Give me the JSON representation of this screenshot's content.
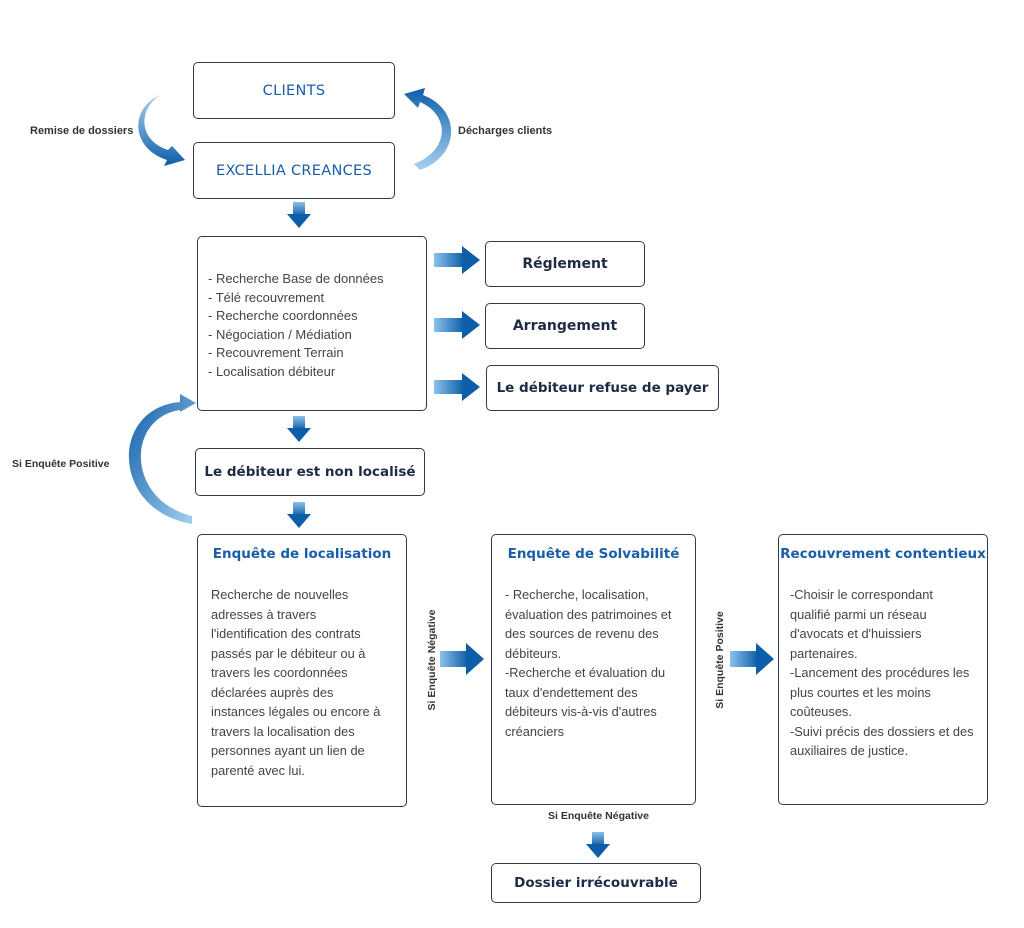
{
  "nodes": {
    "clients": "CLIENTS",
    "excellia": "EXCELLIA CREANCES",
    "reglement": "Réglement",
    "arrangement": "Arrangement",
    "refuse": "Le débiteur refuse de payer",
    "non_localise": "Le débiteur est non localisé",
    "irrecouvrable": "Dossier irrécouvrable"
  },
  "actions": [
    "- Recherche Base de données",
    "- Télé recouvrement",
    "- Recherche coordonnées",
    "- Négociation / Médiation",
    "- Recouvrement Terrain",
    "- Localisation débiteur"
  ],
  "columns": {
    "localisation": {
      "title": "Enquête de localisation",
      "body": "Recherche de nouvelles\nadresses à travers\nl'identification des contrats\npassés par le débiteur ou à\ntravers les coordonnées\ndéclarées auprès des\ninstances légales ou encore à\ntravers la localisation des\npersonnes ayant un lien de\nparenté avec lui."
    },
    "solvabilite": {
      "title": "Enquête de Solvabilité",
      "body": " - Recherche, localisation,\névaluation des patrimoines et\ndes sources de revenu des\ndébiteurs.\n -Recherche et évaluation du\ntaux d'endettement des\ndébiteurs vis-à-vis d'autres\ncréanciers"
    },
    "contentieux": {
      "title": "Recouvrement contentieux",
      "body": "-Choisir le correspondant\nqualifié parmi un réseau\nd'avocats et d'huissiers\npartenaires.\n-Lancement des procédures les\nplus courtes et les moins\ncoûteuses.\n-Suivi précis des dossiers et des\nauxiliaires de justice."
    }
  },
  "labels": {
    "remise": "Remise de dossiers",
    "decharges": "Décharges clients",
    "si_positive_left": "Si Enquête Positive",
    "si_negative_vertical": "Si Enquête Négative",
    "si_positive_vertical": "Si Enquête Positive",
    "si_negative_bottom": "Si Enquête Négative"
  },
  "colors": {
    "arrow_dark": "#0d5ea8",
    "arrow_light": "#7fb8e6",
    "box_border": "#2e3a55",
    "title_blue": "#1a5ea8"
  }
}
